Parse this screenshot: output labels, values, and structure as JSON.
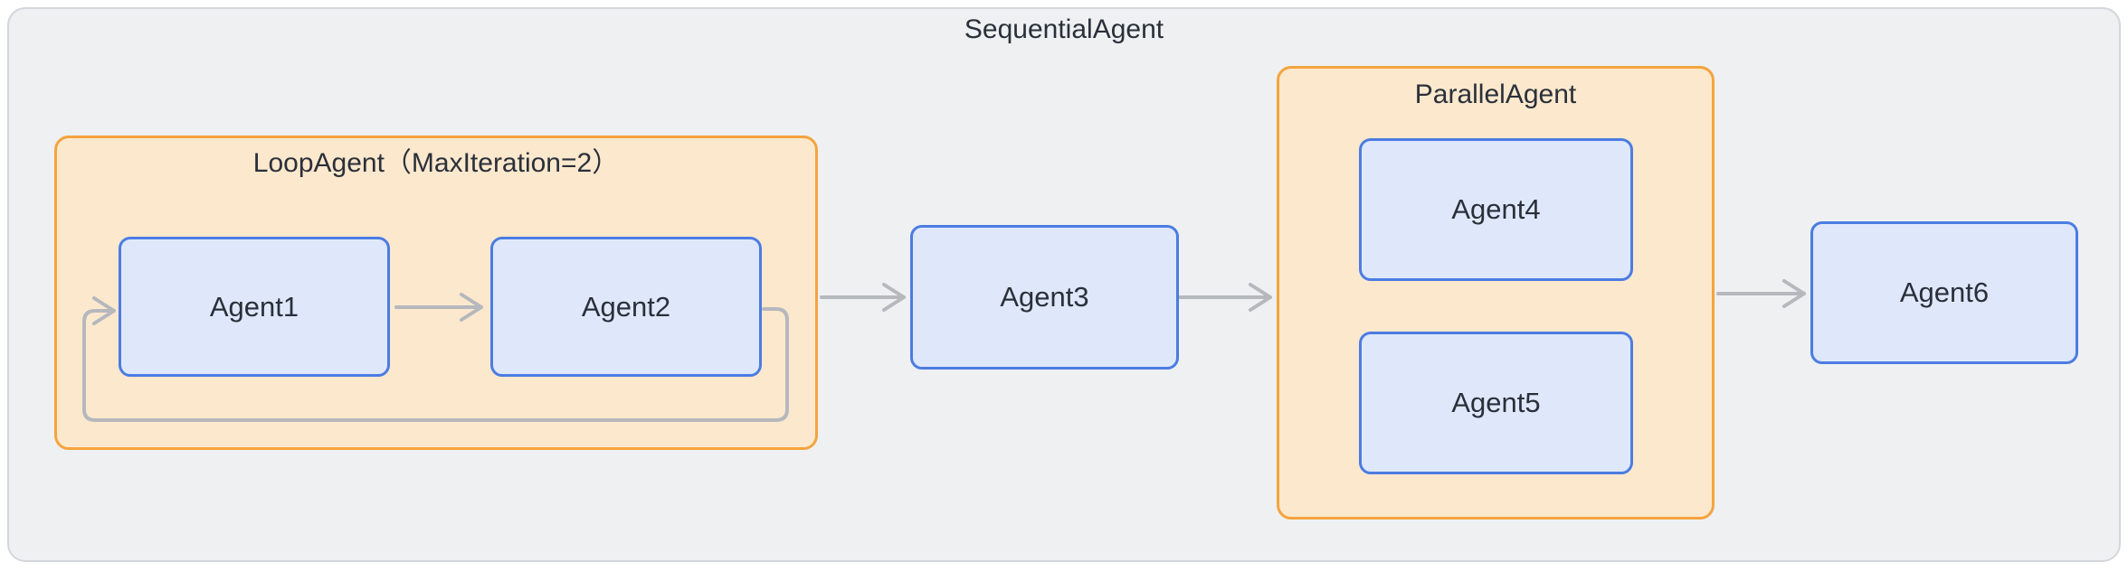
{
  "diagram": {
    "title": "SequentialAgent",
    "loop_group": {
      "title": "LoopAgent（MaxIteration=2）",
      "nodes": [
        {
          "label": "Agent1"
        },
        {
          "label": "Agent2"
        }
      ]
    },
    "middle_node": {
      "label": "Agent3"
    },
    "parallel_group": {
      "title": "ParallelAgent",
      "nodes": [
        {
          "label": "Agent4"
        },
        {
          "label": "Agent5"
        }
      ]
    },
    "end_node": {
      "label": "Agent6"
    },
    "edges": [
      "Agent1 -> Agent2",
      "Agent2 -> Agent1 (loop back)",
      "LoopAgent -> Agent3",
      "Agent3 -> ParallelAgent",
      "ParallelAgent -> Agent6"
    ]
  },
  "colors": {
    "canvas-bg": "#eef0f2",
    "canvas-border": "#d3d6da",
    "page-bg": "#ffffff",
    "group-bg": "#fce8cd",
    "group-border": "#f4a43e",
    "node-bg": "#dfe8fb",
    "node-border": "#4b7ce2",
    "arrow": "#b5b8bd",
    "text": "#2a303a"
  }
}
